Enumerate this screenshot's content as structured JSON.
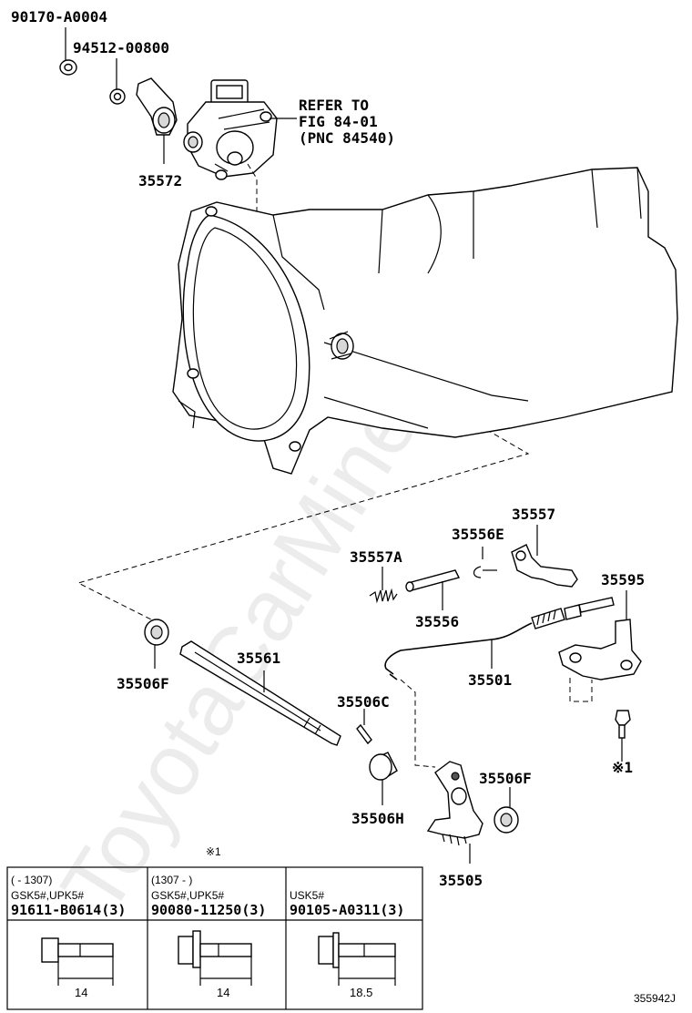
{
  "watermark": "ToyotaCarMine.ru",
  "callouts": {
    "p90170": "90170-A0004",
    "p94512": "94512-00800",
    "refer_line1": "REFER TO",
    "refer_line2": "FIG 84-01",
    "refer_line3": "(PNC 84540)",
    "p35572": "35572",
    "p35557": "35557",
    "p35556E": "35556E",
    "p35557A": "35557A",
    "p35595": "35595",
    "p35556": "35556",
    "p35561": "35561",
    "p35501": "35501",
    "p35506F_left": "35506F",
    "p35506C": "35506C",
    "p35506F_right": "35506F",
    "p35506H": "35506H",
    "p35505": "35505",
    "bolt_note": "※1"
  },
  "table": {
    "header_mark": "※1",
    "columns": [
      {
        "range": "(     - 1307)",
        "models": "GSK5#,UPK5#",
        "part": "91611-B0614(3)",
        "length": "14"
      },
      {
        "range": "(1307 -      )",
        "models": "GSK5#,UPK5#",
        "part": "90080-11250(3)",
        "length": "14"
      },
      {
        "range": "",
        "models": "USK5#",
        "part": "90105-A0311(3)",
        "length": "18.5"
      }
    ]
  },
  "figure_code": "355942J"
}
